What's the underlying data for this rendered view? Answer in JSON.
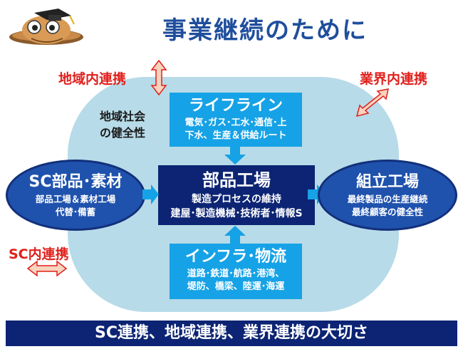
{
  "title": "事業継続のために",
  "labels": {
    "regional": "地域内連携",
    "industry": "業界内連携",
    "sc": "SC内連携",
    "community_line1": "地域社会",
    "community_line2": "の健全性"
  },
  "lifeline": {
    "heading": "ライフライン",
    "line1": "電気･ガス･工水･通信･上",
    "line2": "下水、生産＆供給ルート"
  },
  "parts_factory": {
    "heading": "部品工場",
    "line1": "製造プロセスの維持",
    "line2": "建屋･製造機械･技術者･情報S"
  },
  "infra": {
    "heading": "インフラ･物流",
    "line1": "道路･鉄道･航路･港湾、",
    "line2": "堤防、橋梁、陸運･海運"
  },
  "sc_parts": {
    "heading": "SC部品･素材",
    "line1": "部品工場＆素材工場",
    "line2": "代替･備蓄"
  },
  "assembly": {
    "heading": "組立工場",
    "line1": "最終製品の生産継続",
    "line2": "最終顧客の健全性"
  },
  "footer": "SC連携、地域連携、業界連携の大切さ",
  "colors": {
    "title": "#1f4e9c",
    "blob": "#b7dbe8",
    "bright_blue": "#16a2e6",
    "navy": "#0c2473",
    "oval_blue": "#1f52ad",
    "red": "#e0201c",
    "arrow_fill": "#f8d3bd",
    "arrow_stroke": "#e0201c"
  },
  "icons": [
    "mascot-icon",
    "double-arrow-icon",
    "flow-arrow-icon"
  ]
}
